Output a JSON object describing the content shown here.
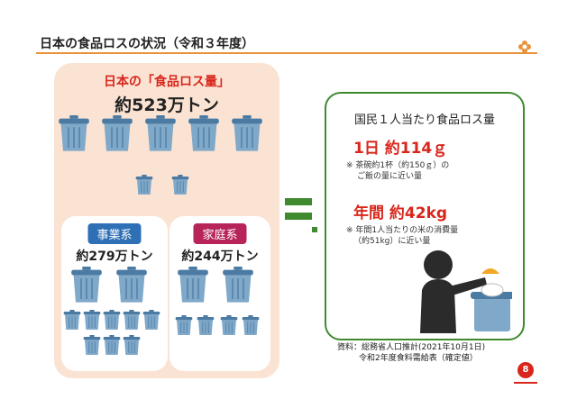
{
  "header": {
    "title": "日本の食品ロスの状況（令和３年度）"
  },
  "left": {
    "label": "日本の「食品ロス量」",
    "amount": "約523万トン",
    "business": {
      "badge": "事業系",
      "amount": "約279万トン",
      "badge_color": "#2e6fb5"
    },
    "household": {
      "badge": "家庭系",
      "amount": "約244万トン",
      "badge_color": "#b6245a"
    }
  },
  "right": {
    "heading": "国民１人当たり食品ロス量",
    "daily": "1日 約114ｇ",
    "daily_note_1": "※ 茶碗約1杯（約150ｇ）の",
    "daily_note_2": "ご飯の量に近い量",
    "yearly": "年間 約42kg",
    "yearly_note_1": "※ 年間1人当たりの米の消費量",
    "yearly_note_2": "（約51kg）に近い量"
  },
  "source": {
    "line1": "資料：総務省人口推計(2021年10月1日)",
    "line2": "令和2年度食料需給表（確定値）"
  },
  "page_number": "8",
  "colors": {
    "accent": "#e8913a",
    "red": "#d9261c",
    "green": "#3f8a2f",
    "can": "#7fa8c9"
  }
}
